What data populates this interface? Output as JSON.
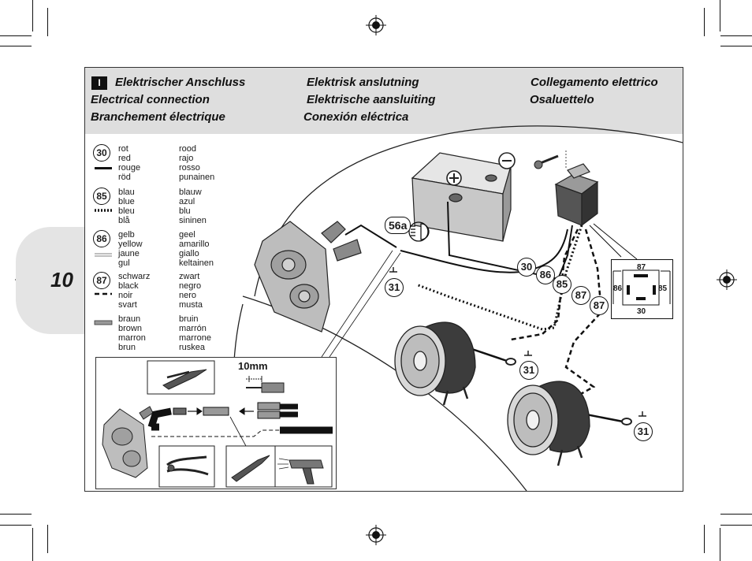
{
  "page": {
    "number": "10",
    "section": "I"
  },
  "titles": [
    {
      "id": "de",
      "text": "Elektrischer Anschluss"
    },
    {
      "id": "sv",
      "text": "Elektrisk anslutning"
    },
    {
      "id": "it",
      "text": "Collegamento elettrico"
    },
    {
      "id": "en",
      "text": "Electrical connection"
    },
    {
      "id": "nl",
      "text": "Elektrische aansluiting"
    },
    {
      "id": "fi",
      "text": "Osaluettelo"
    },
    {
      "id": "fr",
      "text": "Branchement électrique"
    },
    {
      "id": "es",
      "text": "Conexión eléctrica"
    }
  ],
  "legend": [
    {
      "code": "30",
      "col1": [
        "rot",
        "red",
        "rouge",
        "röd"
      ],
      "col2": [
        "rood",
        "rajo",
        "rosso",
        "punainen"
      ],
      "swatch": "solid-black"
    },
    {
      "code": "85",
      "col1": [
        "blau",
        "blue",
        "bleu",
        "blå"
      ],
      "col2": [
        "blauw",
        "azul",
        "blu",
        "sininen"
      ],
      "swatch": "dotted-black"
    },
    {
      "code": "86",
      "col1": [
        "gelb",
        "yellow",
        "jaune",
        "gul"
      ],
      "col2": [
        "geel",
        "amarillo",
        "giallo",
        "keltainen"
      ],
      "swatch": "double-thin"
    },
    {
      "code": "87",
      "col1": [
        "schwarz",
        "black",
        "noir",
        "svart"
      ],
      "col2": [
        "zwart",
        "negro",
        "nero",
        "musta"
      ],
      "swatch": "dashed-black"
    },
    {
      "code": "",
      "col1": [
        "braun",
        "brown",
        "marron",
        "brun"
      ],
      "col2": [
        "bruin",
        "marrón",
        "marrone",
        "ruskea"
      ],
      "swatch": "grey-outlined"
    }
  ],
  "diagram": {
    "label_56a": "56a",
    "wire_labels": {
      "w30": "30",
      "w86": "86",
      "w85": "85",
      "w87a": "87",
      "w87b": "87"
    },
    "ground_labels": {
      "g1": "31",
      "g2": "31",
      "g3": "31"
    },
    "relay_pins": {
      "top": "87",
      "left": "86",
      "right": "85",
      "bottom": "30"
    },
    "strip_length": "10mm",
    "battery": {
      "plus": "+",
      "minus": "−"
    }
  },
  "colors": {
    "header_bg": "#dedede",
    "tab_bg": "#e4e4e4",
    "ink": "#111111"
  }
}
